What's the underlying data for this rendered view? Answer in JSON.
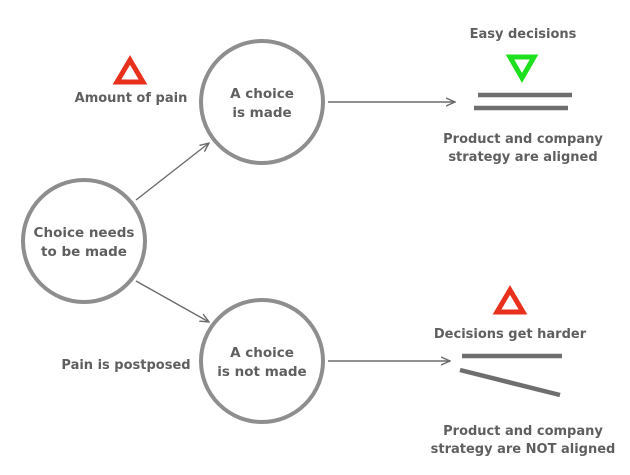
{
  "nodes": {
    "choice_needed": {
      "line1": "Choice needs",
      "line2": "to be made"
    },
    "choice_made": {
      "line1": "A choice",
      "line2": "is made"
    },
    "choice_not_made": {
      "line1": "A choice",
      "line2": "is not made"
    }
  },
  "labels": {
    "amount_of_pain": "Amount of pain",
    "pain_postponed": "Pain is postposed",
    "easy_decisions": "Easy decisions",
    "decisions_harder": "Decisions get harder",
    "aligned_line1": "Product and company",
    "aligned_line2": "strategy are aligned",
    "not_aligned_line1": "Product and company",
    "not_aligned_line2": "strategy are NOT aligned"
  },
  "colors": {
    "pain_triangle": "#e8301c",
    "easy_triangle": "#1fe01f",
    "node_stroke": "#8e8e8e",
    "text": "#5f5f5f",
    "arrow": "#6b6b6b"
  }
}
